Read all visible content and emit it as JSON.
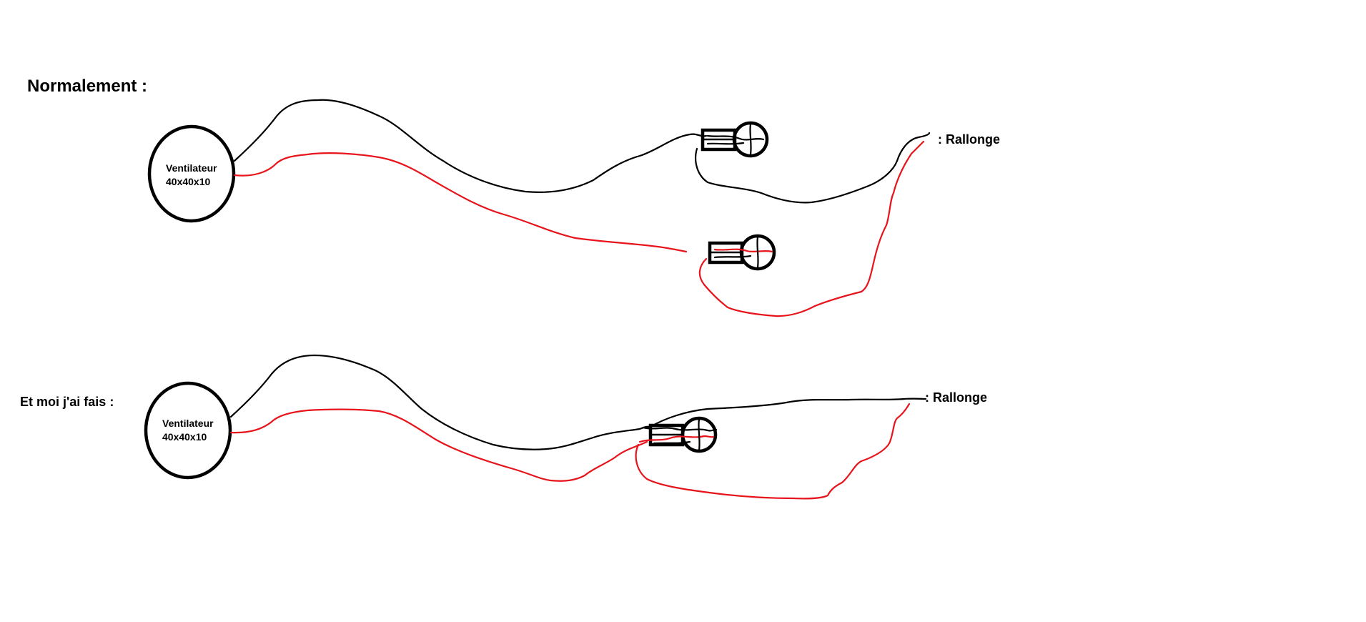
{
  "colors": {
    "background": "#ffffff",
    "wire_black": "#000000",
    "wire_red": "#e8141b",
    "outline": "#000000"
  },
  "normal_section": {
    "heading": "Normalement :",
    "fan_label_line1": "Ventilateur",
    "fan_label_line2": "40x40x10",
    "extension_label": ": Rallonge"
  },
  "mine_section": {
    "heading": "Et moi j'ai fais :",
    "fan_label_line1": "Ventilateur",
    "fan_label_line2": "40x40x10",
    "extension_label": ": Rallonge"
  }
}
